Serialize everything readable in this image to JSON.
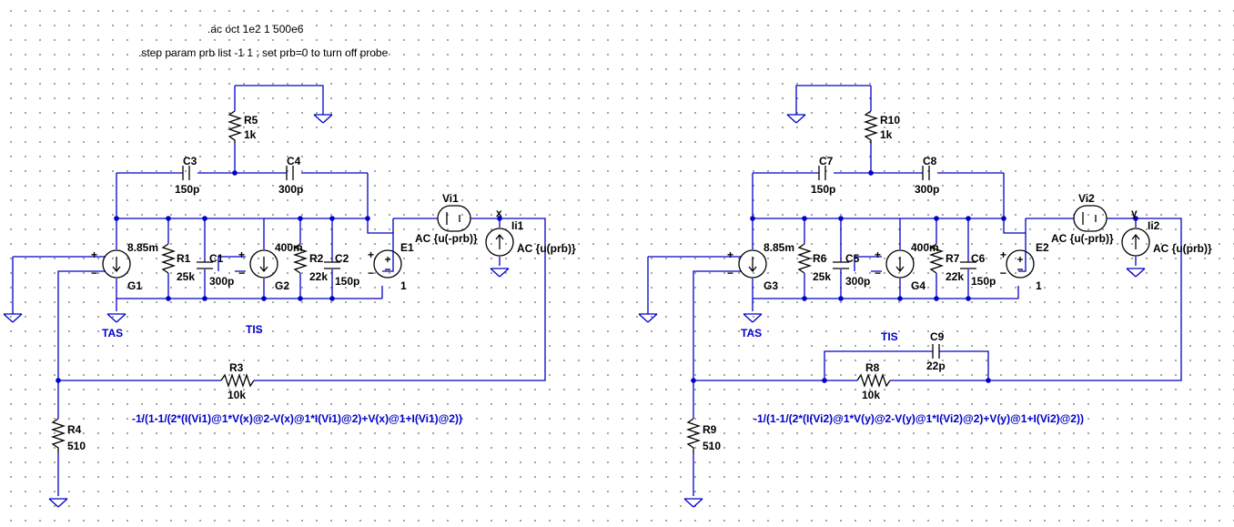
{
  "directives": {
    "ac": ".ac oct 1e2 1 500e6",
    "step": ".step param prb list -1 1 ; set prb=0 to turn off probe"
  },
  "left": {
    "r5": {
      "name": "R5",
      "value": "1k"
    },
    "c3": {
      "name": "C3",
      "value": "150p"
    },
    "c4": {
      "name": "C4",
      "value": "300p"
    },
    "vi": {
      "name": "Vi1",
      "value": "AC {u(-prb)}"
    },
    "ii": {
      "name": "Ii1",
      "value": "AC {u(prb)}"
    },
    "node": "x",
    "g1": {
      "name": "G1",
      "gain": "8.85m"
    },
    "r1": {
      "name": "R1",
      "value": "25k"
    },
    "c1": {
      "name": "C1",
      "value": "300p"
    },
    "g2": {
      "name": "G2",
      "gain": "400m"
    },
    "r2": {
      "name": "R2",
      "value": "22k"
    },
    "c2": {
      "name": "C2",
      "value": "150p"
    },
    "e": {
      "name": "E1",
      "gain": "1"
    },
    "tas": "TAS",
    "tis": "TIS",
    "r3": {
      "name": "R3",
      "value": "10k"
    },
    "r4": {
      "name": "R4",
      "value": "510"
    },
    "expr": "-1/(1-1/(2*(I(Vi1)@1*V(x)@2-V(x)@1*I(Vi1)@2)+V(x)@1+I(Vi1)@2))"
  },
  "right": {
    "r10": {
      "name": "R10",
      "value": "1k"
    },
    "c7": {
      "name": "C7",
      "value": "150p"
    },
    "c8": {
      "name": "C8",
      "value": "300p"
    },
    "vi": {
      "name": "Vi2",
      "value": "AC {u(-prb)}"
    },
    "ii": {
      "name": "Ii2",
      "value": "AC {u(prb)}"
    },
    "node": "y",
    "g3": {
      "name": "G3",
      "gain": "8.85m"
    },
    "r6": {
      "name": "R6",
      "value": "25k"
    },
    "c5": {
      "name": "C5",
      "value": "300p"
    },
    "g4": {
      "name": "G4",
      "gain": "400m"
    },
    "r7": {
      "name": "R7",
      "value": "22k"
    },
    "c6": {
      "name": "C6",
      "value": "150p"
    },
    "e": {
      "name": "E2",
      "gain": "1"
    },
    "tas": "TAS",
    "tis": "TIS",
    "c9": {
      "name": "C9",
      "value": "22p"
    },
    "r8": {
      "name": "R8",
      "value": "10k"
    },
    "r9": {
      "name": "R9",
      "value": "510"
    },
    "expr": "-1/(1-1/(2*(I(Vi2)@1*V(y)@2-V(y)@1*I(Vi2)@2)+V(y)@1+I(Vi2)@2))"
  },
  "colors": {
    "wire": "#0000c8",
    "component": "#000000",
    "background": "#ffffff",
    "grid": "#8a8a8a"
  }
}
